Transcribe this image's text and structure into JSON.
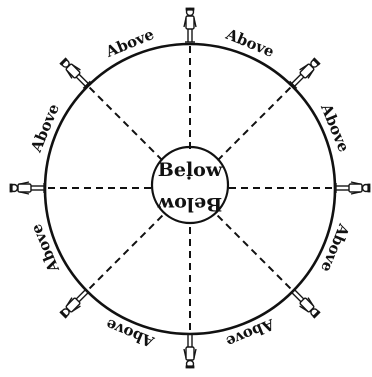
{
  "diagram": {
    "outer_labels": [
      "Above",
      "Above",
      "Above",
      "Above",
      "Above",
      "Above",
      "Above",
      "Above"
    ],
    "inner_label_upright": "Below",
    "inner_label_inverted": "Below",
    "figure_icon": "standing-person-icon",
    "figure_count": 8,
    "spoke_count": 8,
    "colors": {
      "ink": "#111111",
      "paper": "#ffffff"
    }
  }
}
